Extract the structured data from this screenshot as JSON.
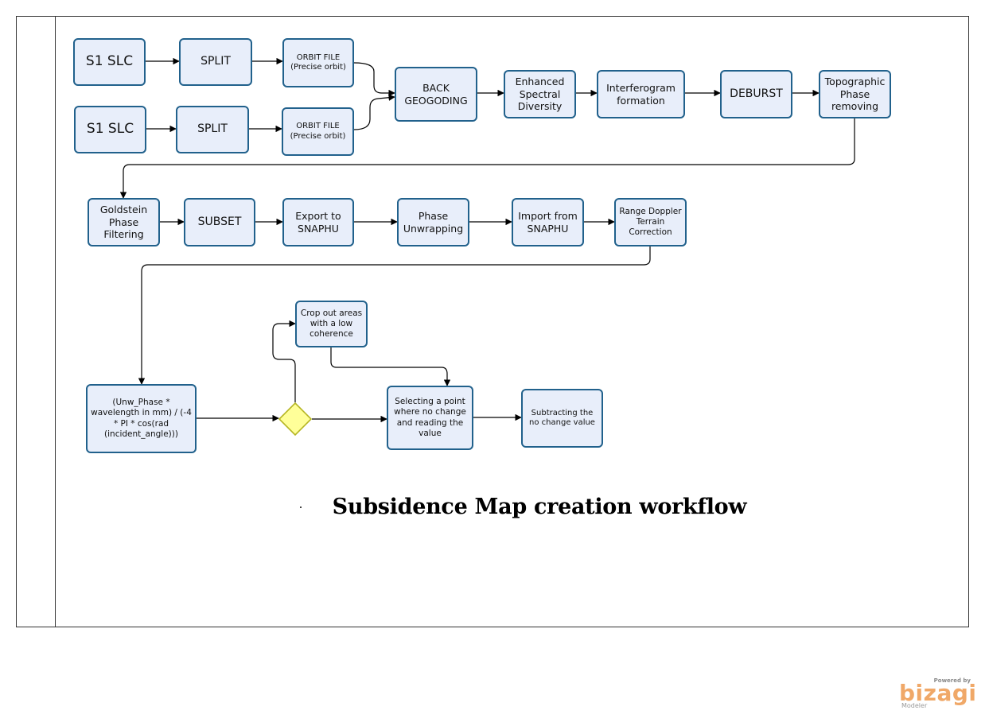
{
  "diagram": {
    "title": "Subsidence Map creation workflow",
    "nodes": {
      "s1slc_1": "S1 SLC",
      "split_1": "SPLIT",
      "orbit_1": "ORBIT FILE\n(Precise orbit)",
      "s1slc_2": "S1 SLC",
      "split_2": "SPLIT",
      "orbit_2": "ORBIT FILE\n(Precise orbit)",
      "back_geocoding": "BACK\nGEOGODING",
      "esd": "Enhanced\nSpectral\nDiversity",
      "interferogram": "Interferogram\nformation",
      "deburst": "DEBURST",
      "topo": "Topographic\nPhase\nremoving",
      "goldstein": "Goldstein\nPhase\nFiltering",
      "subset": "SUBSET",
      "export_snaphu": "Export to\nSNAPHU",
      "unwrapping": "Phase\nUnwrapping",
      "import_snaphu": "Import from\nSNAPHU",
      "rdtc": "Range Doppler\nTerrain\nCorrection",
      "formula": "(Unw_Phase *\nwavelength in mm) / (-4\n* PI * cos(rad\n(incident_angle)))",
      "crop": "Crop out areas\nwith a low\ncoherence",
      "select_point": "Selecting a point\nwhere no change\nand reading the\nvalue",
      "subtract": "Subtracting the\nno change value"
    },
    "colors": {
      "task_fill": "#e8eefa",
      "task_border": "#21618c",
      "gateway_fill": "#ffff99",
      "gateway_border": "#b5b522",
      "edge": "#000000"
    }
  },
  "branding": {
    "powered_by": "Powered by",
    "logo": "bizagi",
    "product": "Modeler"
  }
}
